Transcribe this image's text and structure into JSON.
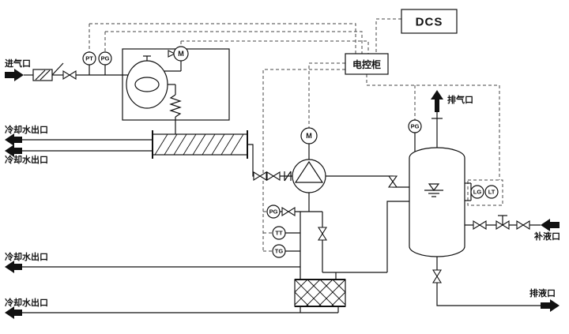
{
  "boxes": {
    "dcs": "DCS",
    "cabinet": "电控柜"
  },
  "ports": {
    "air_inlet": "进气口",
    "cooling": [
      "冷却水出口",
      "冷却水出口",
      "冷却水出口",
      "冷却水出口"
    ],
    "exhaust": "排气口",
    "makeup": "补液口",
    "drain": "排液口"
  },
  "instruments": {
    "pt": "PT",
    "pg_inlet": "PG",
    "motor_compressor": "M",
    "motor_pump": "M",
    "pg_line": "PG",
    "tt": "TT",
    "tg": "TG",
    "pg_vessel": "PG",
    "lg": "LG",
    "lt": "LT"
  }
}
